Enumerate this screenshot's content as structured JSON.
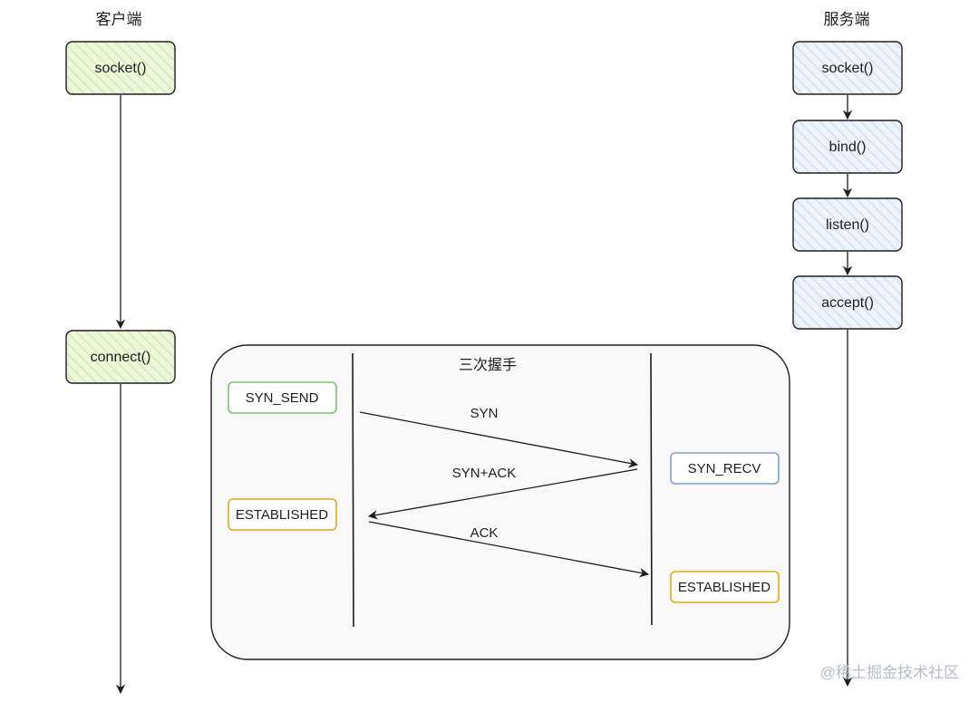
{
  "client": {
    "title": "客户端",
    "socket_label": "socket()",
    "connect_label": "connect()"
  },
  "server": {
    "title": "服务端",
    "socket_label": "socket()",
    "bind_label": "bind()",
    "listen_label": "listen()",
    "accept_label": "accept()"
  },
  "handshake": {
    "title": "三次握手",
    "client_states": {
      "syn_send": "SYN_SEND",
      "established": "ESTABLISHED"
    },
    "server_states": {
      "syn_recv": "SYN_RECV",
      "established": "ESTABLISHED"
    },
    "messages": {
      "syn": "SYN",
      "syn_ack": "SYN+ACK",
      "ack": "ACK"
    }
  },
  "watermark": "@稀土掘金技术社区",
  "colors": {
    "client_fill": "#eef7dc",
    "client_hatch": "#c9e79a",
    "server_fill": "#edf4fb",
    "server_hatch": "#bcd6ee",
    "stroke": "#1e1e1e",
    "green_border": "#7cc46a",
    "blue_border": "#7a9fd0",
    "orange_border": "#e3a817",
    "panel_fill": "#f8f8f8"
  }
}
